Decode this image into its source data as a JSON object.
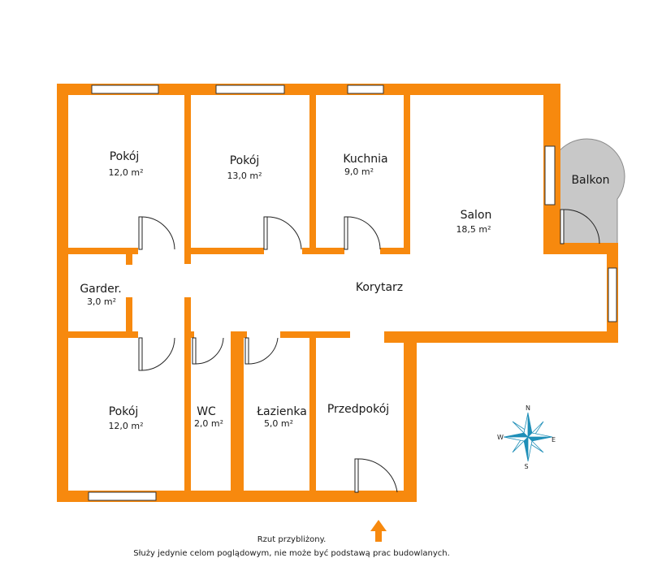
{
  "colors": {
    "wall": "#F7890E",
    "window": "#FFFFFF",
    "balcony": "#C8C8C8",
    "compass": "#1F8FB8"
  },
  "rooms": [
    {
      "id": "pokoj-1",
      "name": "Pokój",
      "area": "12,0 m²"
    },
    {
      "id": "pokoj-2",
      "name": "Pokój",
      "area": "13,0 m²"
    },
    {
      "id": "kuchnia",
      "name": "Kuchnia",
      "area": "9,0 m²"
    },
    {
      "id": "salon",
      "name": "Salon",
      "area": "18,5 m²"
    },
    {
      "id": "balkon",
      "name": "Balkon"
    },
    {
      "id": "garderoba",
      "name": "Garder.",
      "area": "3,0 m²"
    },
    {
      "id": "korytarz",
      "name": "Korytarz"
    },
    {
      "id": "pokoj-3",
      "name": "Pokój",
      "area": "12,0 m²"
    },
    {
      "id": "wc",
      "name": "WC",
      "area": "2,0 m²"
    },
    {
      "id": "lazienka",
      "name": "Łazienka",
      "area": "5,0 m²"
    },
    {
      "id": "przedpokoj",
      "name": "Przedpokój"
    }
  ],
  "compass": {
    "n": "N",
    "e": "E",
    "s": "S",
    "w": "W"
  },
  "note": {
    "line1": "Rzut przybliżony.",
    "line2": "Służy jedynie celom poglądowym, nie może być podstawą prac budowlanych."
  }
}
